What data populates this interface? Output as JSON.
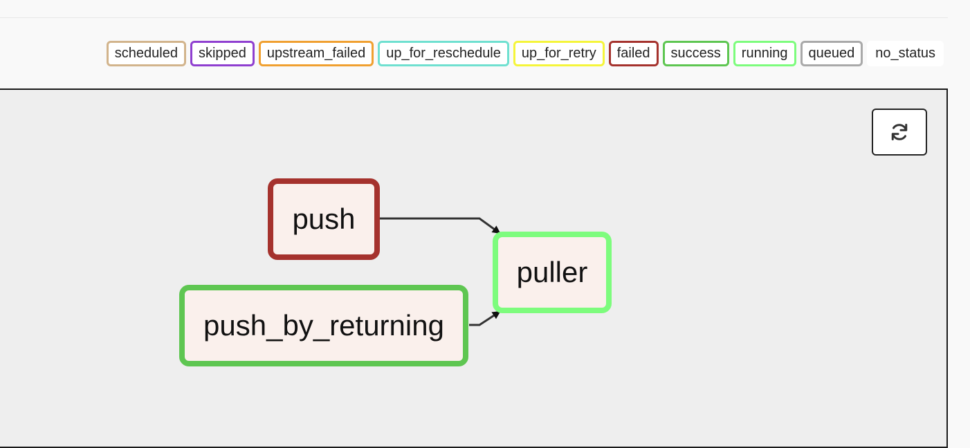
{
  "legend": [
    {
      "label": "scheduled",
      "color": "#d2b48c"
    },
    {
      "label": "skipped",
      "color": "#8f3fd0"
    },
    {
      "label": "upstream_failed",
      "color": "#f0a030"
    },
    {
      "label": "up_for_reschedule",
      "color": "#6fe0d0"
    },
    {
      "label": "up_for_retry",
      "color": "#f5f53a"
    },
    {
      "label": "failed",
      "color": "#a5322d"
    },
    {
      "label": "success",
      "color": "#5ec651"
    },
    {
      "label": "running",
      "color": "#7dfc7d"
    },
    {
      "label": "queued",
      "color": "#a9a9a9"
    },
    {
      "label": "no_status",
      "color": "#ffffff"
    }
  ],
  "toolbar": {
    "refresh_icon": "refresh-icon"
  },
  "graph": {
    "nodes": {
      "push": {
        "label": "push",
        "state": "failed",
        "color": "#a5322d"
      },
      "push_by_returning": {
        "label": "push_by_returning",
        "state": "success",
        "color": "#5ec651"
      },
      "puller": {
        "label": "puller",
        "state": "running",
        "color": "#7dfc7d"
      }
    },
    "edges": [
      {
        "from": "push",
        "to": "puller"
      },
      {
        "from": "push_by_returning",
        "to": "puller"
      }
    ]
  }
}
